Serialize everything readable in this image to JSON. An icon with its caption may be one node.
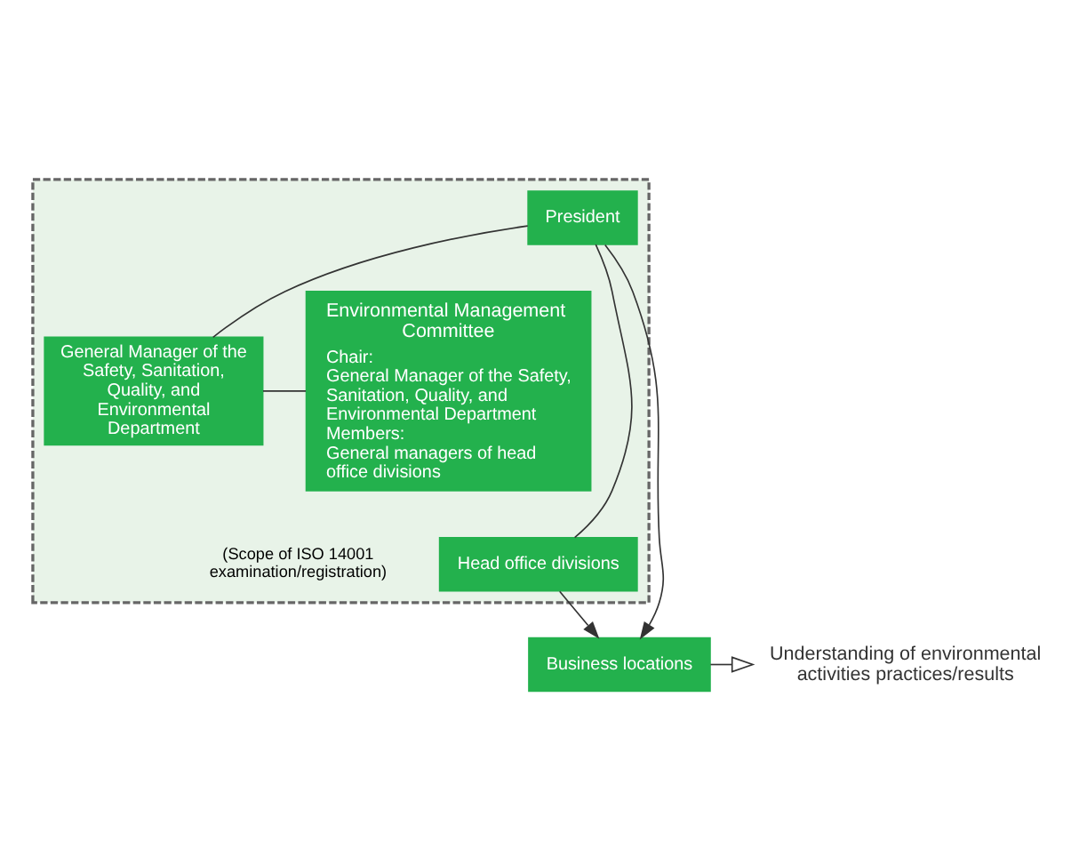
{
  "diagram": {
    "nodes": [
      {
        "text": [],
        "shape": "box"
      },
      {
        "text": [
          "President"
        ],
        "in": 0
      },
      {
        "text": [
          "General Manager of the Safety, Sanitation, Quality, and Environmental Department"
        ],
        "in": 0
      },
      {
        "text": [
          "Environmental Management Committee",
          "Chair:",
          "General Manager of the Safety, Sanitation, Quality, and Environmental Department",
          "Members:",
          "General managers of head office divisions"
        ],
        "in": 0
      },
      {
        "text": [
          "Head office divisions"
        ],
        "in": 0
      },
      {
        "text": [
          "Business locations"
        ]
      },
      {
        "text": [
          "Understanding of environmental activities practices/results"
        ]
      }
    ],
    "edges": [
      {
        "from": 1,
        "to": 5,
        "arrow": "to"
      },
      {
        "from": 1,
        "to": 4,
        "arrow": "none"
      },
      {
        "from": 1,
        "to": 2,
        "arrow": "none"
      },
      {
        "from": 2,
        "to": 3,
        "arrow": "none"
      },
      {
        "from": 4,
        "to": 5,
        "arrow": "to"
      },
      {
        "from": 5,
        "to": 6,
        "arrow": "to"
      }
    ],
    "labels": [
      "(Scope of ISO 14001 examination/registration)"
    ]
  }
}
